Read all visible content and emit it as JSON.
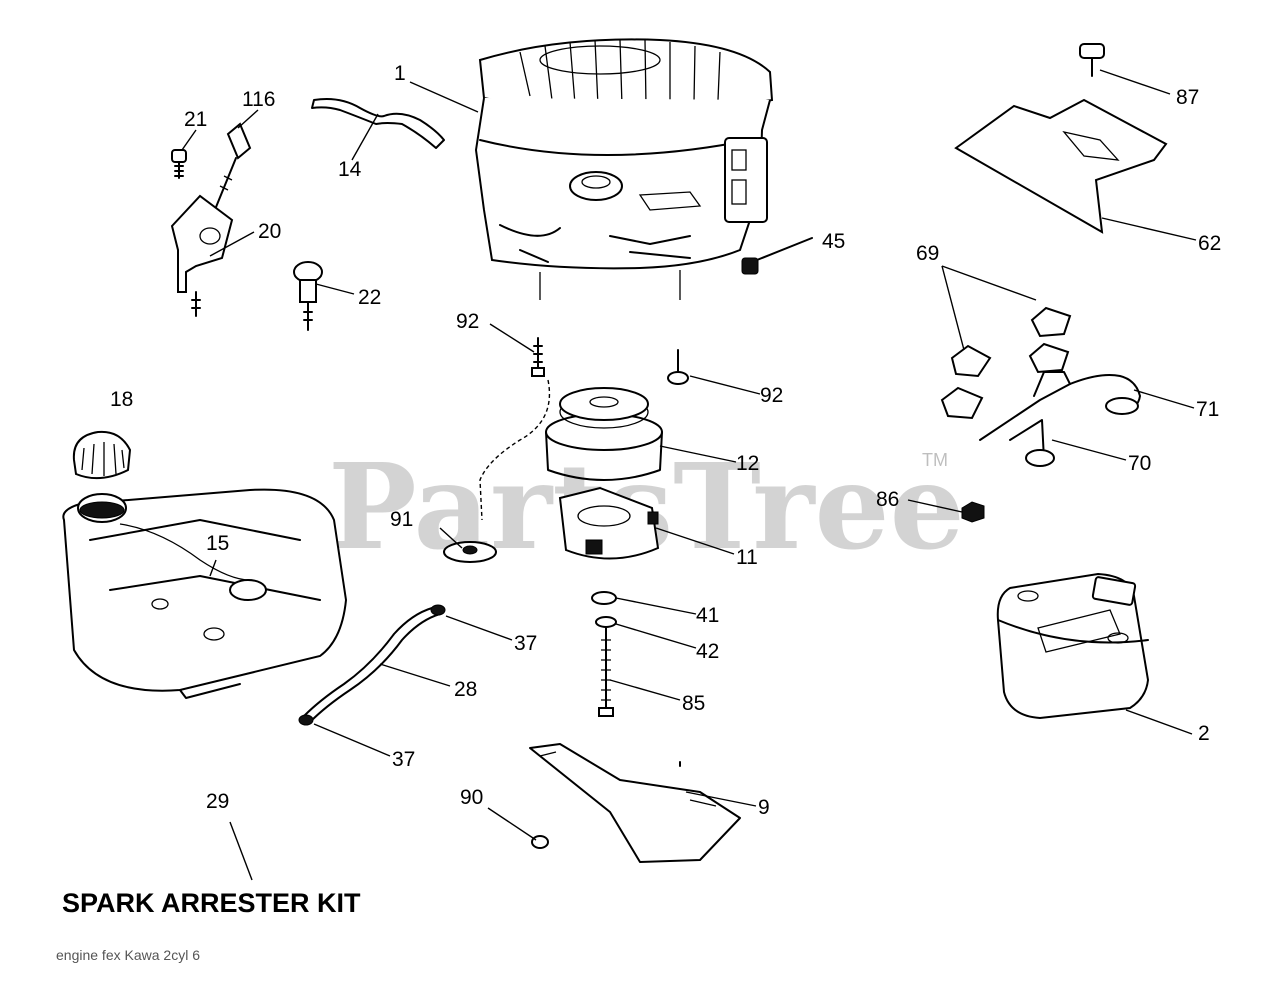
{
  "watermark": {
    "text": "PartsTree",
    "tm": "TM"
  },
  "kit_label": "SPARK ARRESTER KIT",
  "footer_note": "engine fex Kawa 2cyl 6",
  "callouts": {
    "c1": "1",
    "c116": "116",
    "c21": "21",
    "c14": "14",
    "c20": "20",
    "c22": "22",
    "c45": "45",
    "c92a": "92",
    "c92b": "92",
    "c12": "12",
    "c11": "11",
    "c91": "91",
    "c18": "18",
    "c15": "15",
    "c41": "41",
    "c42": "42",
    "c37a": "37",
    "c37b": "37",
    "c28": "28",
    "c85": "85",
    "c90": "90",
    "c9": "9",
    "c29": "29",
    "c87": "87",
    "c62": "62",
    "c69": "69",
    "c71": "71",
    "c70": "70",
    "c86": "86",
    "c2": "2"
  }
}
